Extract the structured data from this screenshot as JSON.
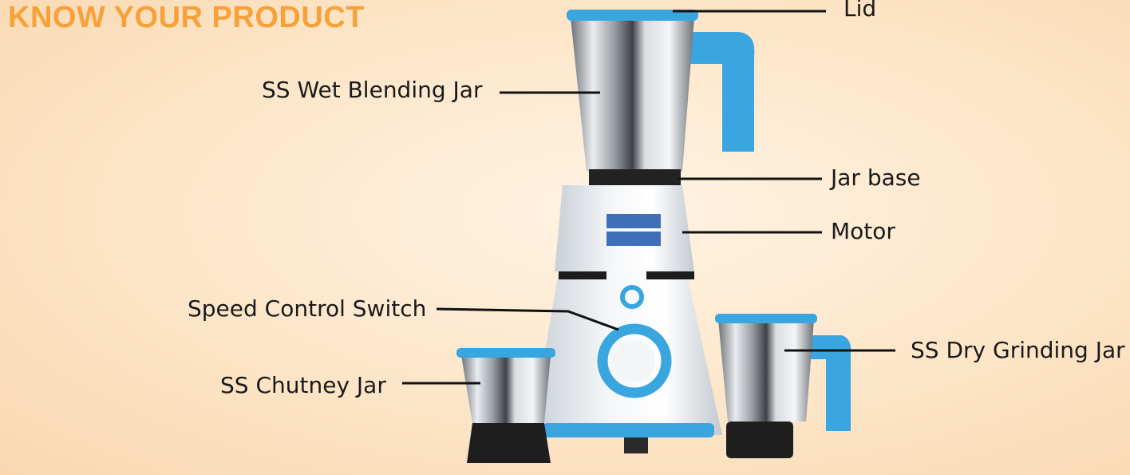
{
  "title": "KNOW YOUR PRODUCT",
  "labels": {
    "lid": "Lid",
    "wet_jar": "SS Wet Blending Jar",
    "jar_base": "Jar base",
    "motor": "Motor",
    "speed_switch": "Speed Control Switch",
    "dry_jar": "SS Dry Grinding Jar",
    "chutney_jar": "SS Chutney Jar"
  },
  "colors": {
    "title": "#f7a13a",
    "accent_blue": "#3aa6e0",
    "steel": "#c9cdd2",
    "dark_base": "#2a2a2a",
    "body_white": "#eef1f4"
  }
}
